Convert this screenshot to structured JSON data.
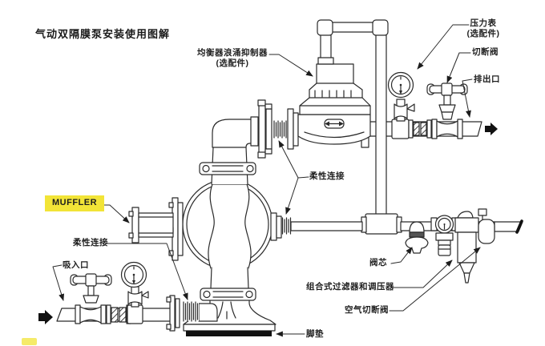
{
  "title": "气动双隔膜泵安装使用图解",
  "labels": {
    "surge_suppressor": {
      "line1": "均衡器浪涌抑制器",
      "line2": "(选配件)"
    },
    "pressure_gauge": {
      "line1": "压力表",
      "line2": "(选配件)"
    },
    "shutoff_valve": "切断阀",
    "discharge_port": "排出口",
    "flexible_connection_upper": "柔性连接",
    "muffler": "MUFFLER",
    "flexible_connection_lower": "柔性连接",
    "suction_inlet": "吸入口",
    "valve_core": "阀芯",
    "filter_regulator": "组合式过滤器和调压器",
    "air_shutoff_valve": "空气切断阀",
    "foot_pad": "脚垫"
  },
  "colors": {
    "highlight_yellow": "#f2e437",
    "line": "#2a2a2a",
    "background": "#ffffff",
    "text": "#1e1e1e"
  }
}
